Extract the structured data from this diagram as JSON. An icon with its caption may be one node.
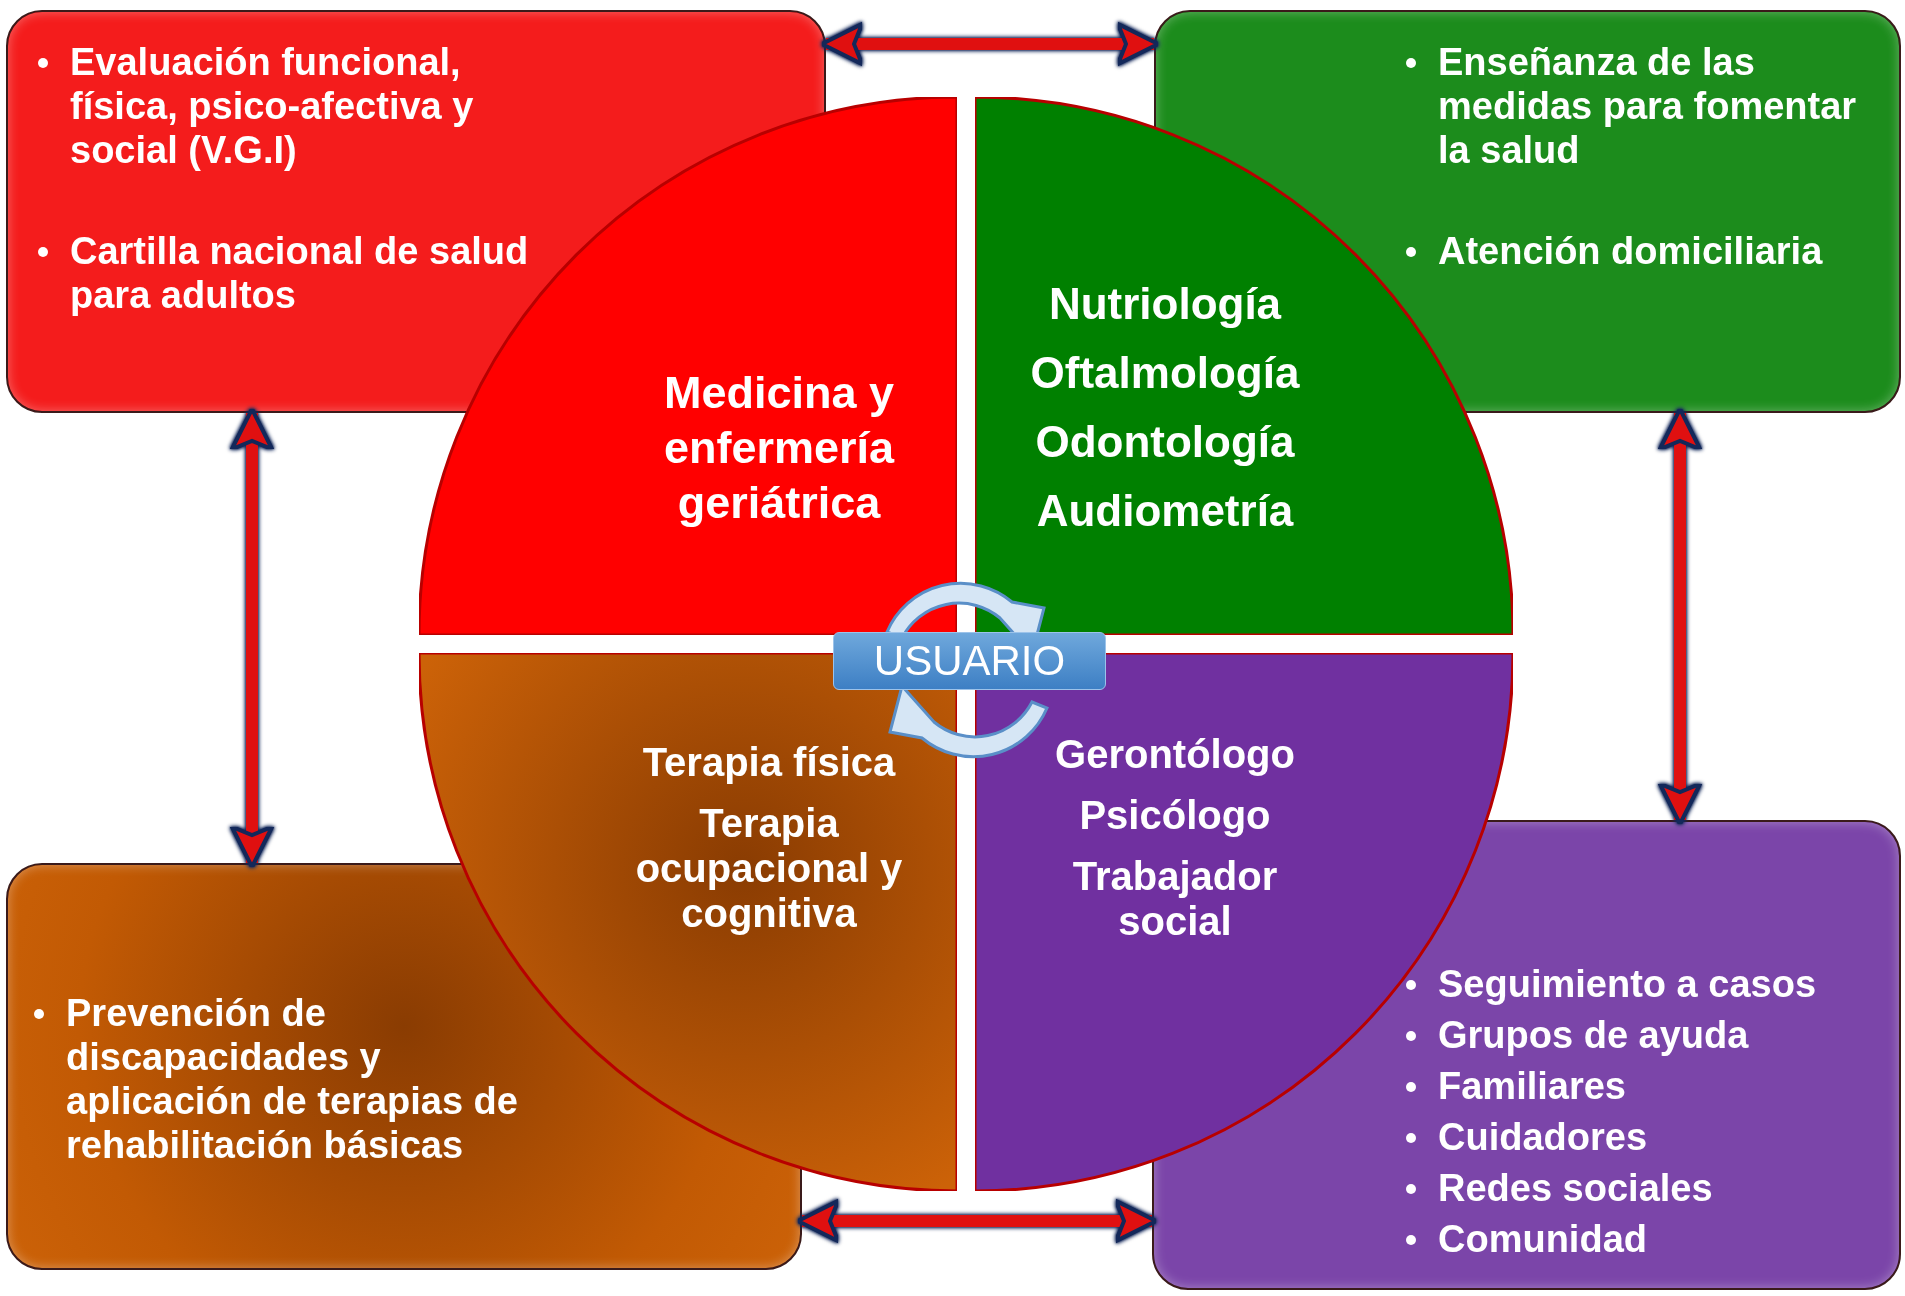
{
  "diagram": {
    "nodes": [
      {
        "text": [
          "Evaluación funcional, física, psico-afectiva y social (V.G.I)",
          "Cartilla nacional de salud para adultos"
        ]
      },
      {
        "text": [
          "Enseñanza de las medidas para fomentar la salud",
          "Atención domiciliaria"
        ]
      },
      {
        "text": [
          "Medicina y enfermería geriátrica"
        ]
      },
      {
        "text": [
          "Nutriología",
          "Oftalmología",
          "Odontología",
          "Audiometría"
        ]
      },
      {
        "text": [
          "Prevención de discapacidades y aplicación de terapias de rehabilitación básicas"
        ]
      },
      {
        "text": [
          "Terapia física",
          "Terapia ocupacional y cognitiva"
        ]
      },
      {
        "text": [
          "Gerontólogo",
          "Psicólogo",
          "Trabajador social"
        ]
      },
      {
        "text": [
          "Seguimiento a casos",
          "Grupos de ayuda",
          "Familiares",
          "Cuidadores",
          "Redes sociales",
          "Comunidad"
        ]
      },
      {
        "text": [
          "USUARIO"
        ]
      }
    ],
    "edges": [
      {
        "from": 0,
        "to": 1,
        "arrow": "both"
      },
      {
        "from": 0,
        "to": 4,
        "arrow": "both"
      },
      {
        "from": 1,
        "to": 7,
        "arrow": "both"
      },
      {
        "from": 4,
        "to": 7,
        "arrow": "both"
      }
    ]
  }
}
